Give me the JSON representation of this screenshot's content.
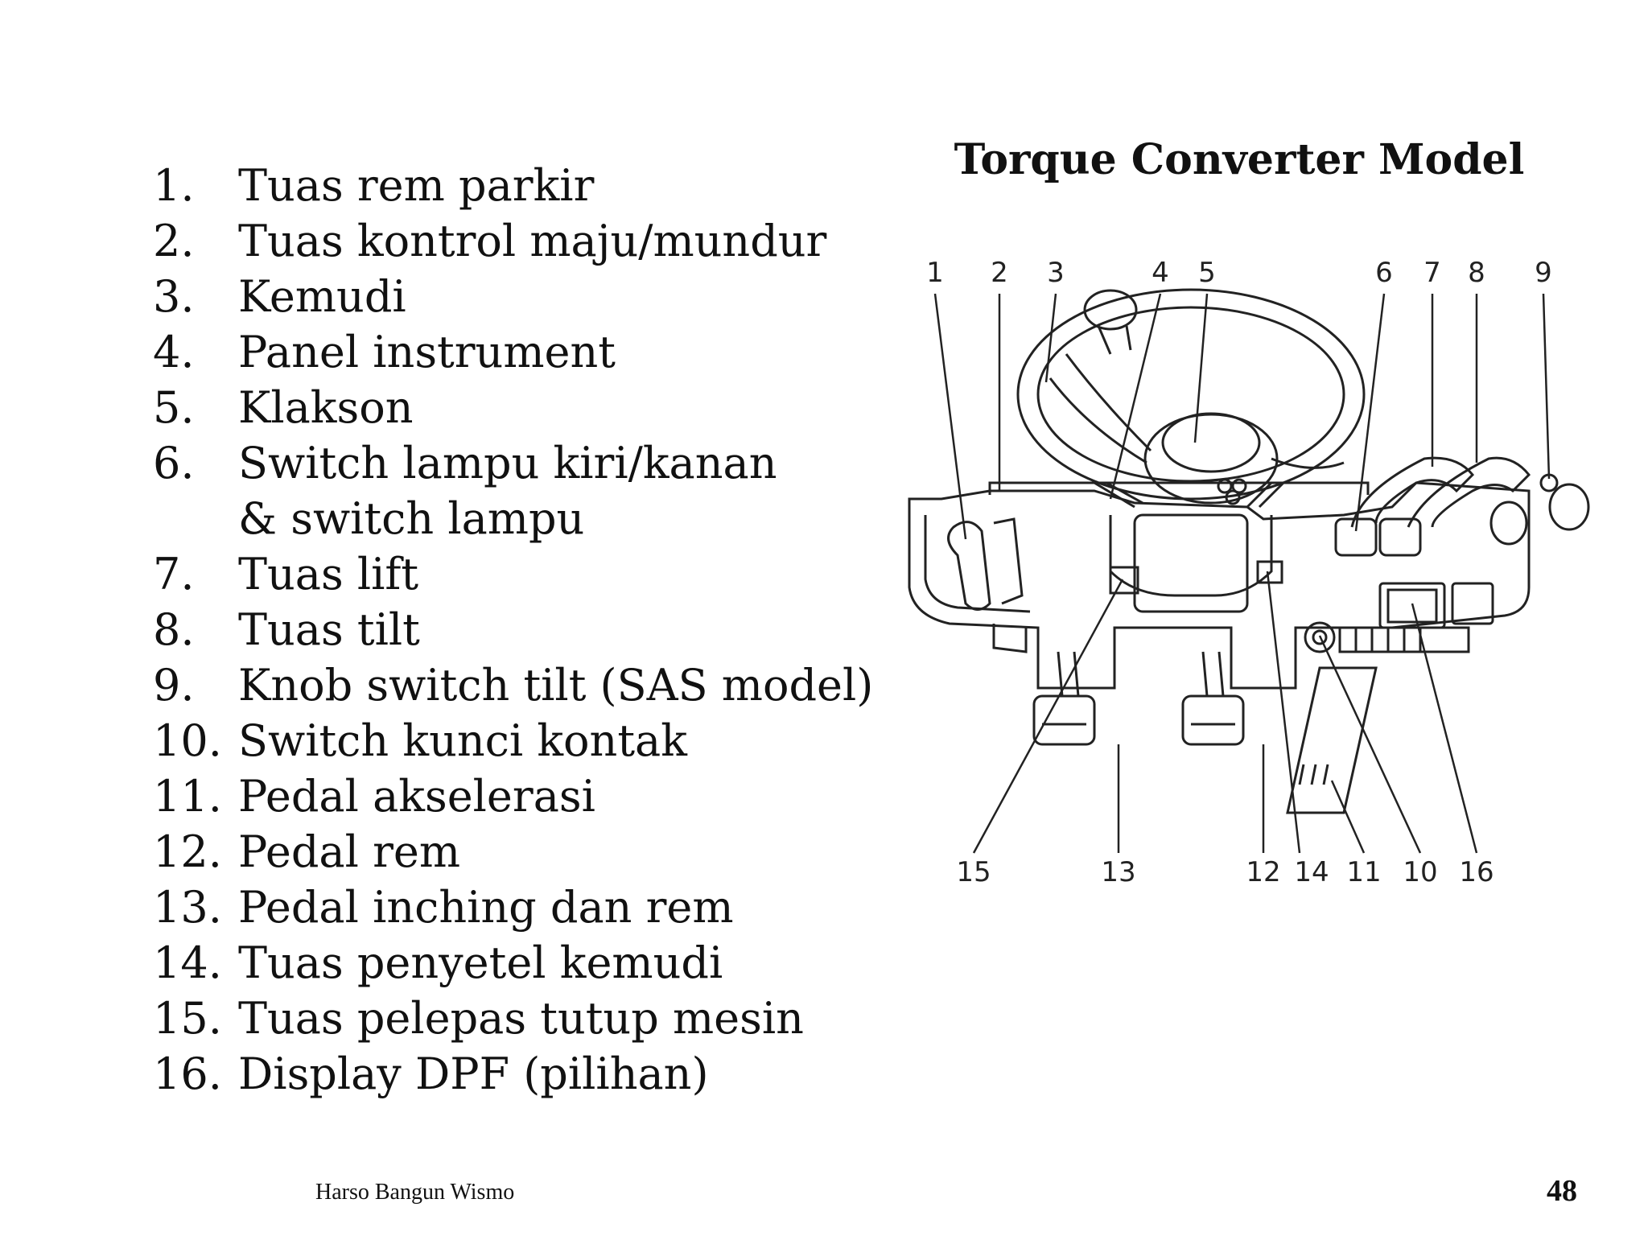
{
  "parts": [
    {
      "number": "1.",
      "label": "Tuas rem parkir"
    },
    {
      "number": "2.",
      "label": "Tuas kontrol maju/mundur"
    },
    {
      "number": "3.",
      "label": "Kemudi"
    },
    {
      "number": "4.",
      "label": "Panel instrument"
    },
    {
      "number": "5.",
      "label": "Klakson"
    },
    {
      "number": "6.",
      "label": "Switch lampu kiri/kanan & switch lampu"
    },
    {
      "number": "7.",
      "label": "Tuas lift"
    },
    {
      "number": "8.",
      "label": "Tuas tilt"
    },
    {
      "number": "9.",
      "label": "Knob switch tilt (SAS model)"
    },
    {
      "number": "10.",
      "label": "Switch kunci kontak"
    },
    {
      "number": "11.",
      "label": "Pedal akselerasi"
    },
    {
      "number": "12.",
      "label": "Pedal rem"
    },
    {
      "number": "13.",
      "label": "Pedal inching dan rem"
    },
    {
      "number": "14.",
      "label": "Tuas penyetel kemudi"
    },
    {
      "number": "15.",
      "label": "Tuas pelepas tutup mesin"
    },
    {
      "number": "16.",
      "label": "Display DPF (pilihan)"
    }
  ],
  "diagram": {
    "title": "Torque Converter Model",
    "callouts_top": [
      "1",
      "2",
      "3",
      "4",
      "5",
      "6",
      "7",
      "8",
      "9"
    ],
    "callouts_bottom": [
      "15",
      "13",
      "12",
      "14",
      "11",
      "10",
      "16"
    ]
  },
  "footer": {
    "author": "Harso Bangun Wismo",
    "page_number": "48"
  }
}
